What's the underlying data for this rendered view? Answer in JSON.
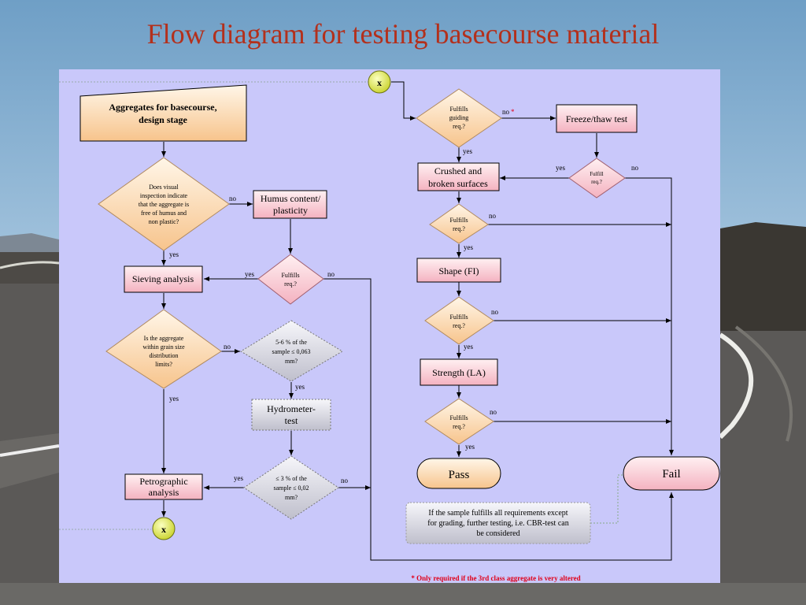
{
  "title": "Flow diagram for testing basecourse material",
  "colors": {
    "title": "#b3301c",
    "panel": "#c9c8fa",
    "peach": "#f7c48c",
    "pink": "#f8b8c4",
    "grey": "#c8c8d4",
    "connector": "#d8df3c",
    "note_red": "#e0001a"
  },
  "nodes": {
    "start": [
      "Aggregates for basecourse,",
      "design stage"
    ],
    "q_visual": [
      "Does visual",
      "inspection indicate",
      "that the aggregate is",
      "free of humus and",
      "non plastic?"
    ],
    "humus": [
      "Humus content/",
      "plasticity"
    ],
    "q_humus_fulfills": [
      "Fulfills",
      "req.?"
    ],
    "sieving": "Sieving analysis",
    "q_grain": [
      "Is the aggregate",
      "within grain size",
      "distribution",
      "limits?"
    ],
    "q_fines": [
      "5-6 % of the",
      "sample  ≤ 0,063",
      "mm?"
    ],
    "hydrometer": [
      "Hydrometer-",
      "test"
    ],
    "q_3pct": [
      "≤ 3 % of the",
      "sample  ≤ 0,02",
      "mm?"
    ],
    "petrographic": [
      "Petrographic",
      "analysis"
    ],
    "connector": "x",
    "q_guiding": [
      "Fulfills",
      "guiding",
      "req.?"
    ],
    "freeze_thaw": "Freeze/thaw test",
    "q_fulfill_ft": [
      "Fulfill",
      "req.?"
    ],
    "crushed": [
      "Crushed and",
      "broken surfaces"
    ],
    "q_crushed": [
      "Fulfills",
      "req.?"
    ],
    "shape": "Shape (FI)",
    "q_shape": [
      "Fulfills",
      "req.?"
    ],
    "strength": "Strength (LA)",
    "q_strength": [
      "Fulfills",
      "req.?"
    ],
    "pass": "Pass",
    "fail": "Fail",
    "note": [
      "If the sample fulfills all requirements except",
      "for grading, further testing, i.e. CBR-test can",
      "be considered"
    ]
  },
  "labels": {
    "yes": "yes",
    "no": "no",
    "asterisk": "*"
  },
  "footnote": "* Only required if the 3rd class aggregate is very altered"
}
